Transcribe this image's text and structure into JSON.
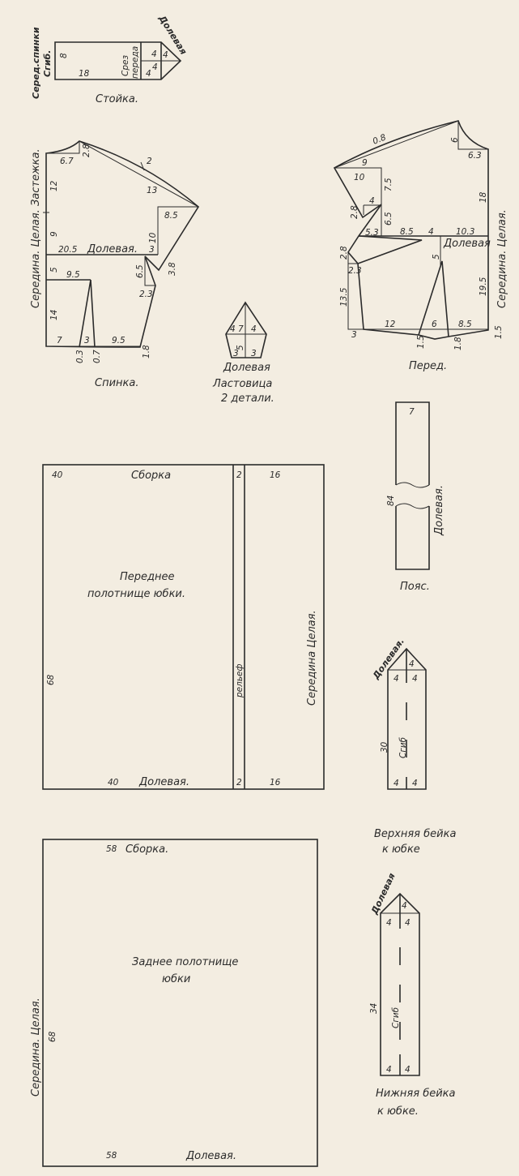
{
  "collar": {
    "title": "Стойка.",
    "fold_label_1": "Серед.спинки",
    "fold_label_2": "Сгиб.",
    "front_edge_1": "Срез",
    "front_edge_2": "переда",
    "grain": "Долевая",
    "dims": [
      "8",
      "18",
      "4",
      "4",
      "4",
      "4"
    ]
  },
  "back": {
    "title": "Спинка.",
    "center_label": "Середина. Целая. Застежка.",
    "grain": "Долевая.",
    "dims": [
      "6.7",
      "2.8",
      "2",
      "13",
      "12",
      "9",
      "8.5",
      "10",
      "20.5",
      "3",
      "3.8",
      "5",
      "9.5",
      "6.5",
      "2.3",
      "14",
      "7",
      "3",
      "9.5",
      "0.3",
      "0.7",
      "1.8"
    ]
  },
  "front": {
    "title": "Перед.",
    "center_label": "Середина. Целая.",
    "grain": "Долевая",
    "dims": [
      "0.8",
      "9",
      "10",
      "7.5",
      "4",
      "2.8",
      "6.5",
      "5.3",
      "8.5",
      "4",
      "10.3",
      "5",
      "6",
      "6.3",
      "18",
      "19.5",
      "2.8",
      "2.3",
      "13.5",
      "3",
      "12",
      "6",
      "8.5",
      "1.5",
      "1.8",
      "1.5"
    ]
  },
  "gusset": {
    "grain": "Долевая",
    "title": "Ластовица",
    "count": "2 детали.",
    "dims": [
      "4 7",
      "4",
      "5",
      "3",
      "3"
    ]
  },
  "front_skirt": {
    "title_1": "Переднее",
    "title_2": "полотнище юбки.",
    "gather": "Сборка",
    "grain": "Долевая.",
    "relief": "рельеф",
    "center_label": "Середина  Целая.",
    "dims": [
      "40",
      "2",
      "16",
      "68",
      "40",
      "2",
      "16"
    ]
  },
  "belt": {
    "title": "Пояс.",
    "grain": "Долевая.",
    "dims": [
      "7",
      "84"
    ]
  },
  "upper_band": {
    "title_1": "Верхняя бейка",
    "title_2": "к юбке",
    "grain": "Долевая.",
    "fold": "Сгиб",
    "dims": [
      "4",
      "4",
      "4",
      "30",
      "4",
      "4"
    ]
  },
  "back_skirt": {
    "title_1": "Заднее полотнище",
    "title_2": "юбки",
    "gather": "Сборка.",
    "grain": "Долевая.",
    "center_label": "Середина.   Целая.",
    "dims": [
      "58",
      "68",
      "58"
    ]
  },
  "lower_band": {
    "title_1": "Нижняя бейка",
    "title_2": "к юбке.",
    "grain": "Долевая",
    "fold": "Сгиб",
    "dims": [
      "4",
      "4",
      "4",
      "34",
      "4",
      "4"
    ]
  }
}
